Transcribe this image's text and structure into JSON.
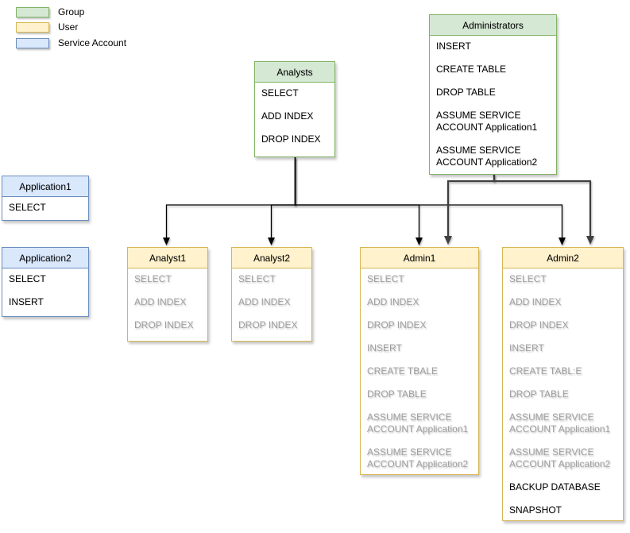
{
  "legend": {
    "items": [
      {
        "label": "Group",
        "swatch": "group-color-swatch"
      },
      {
        "label": "User",
        "swatch": "user-color-swatch"
      },
      {
        "label": "Service Account",
        "swatch": "service-account-color-swatch"
      }
    ]
  },
  "colors": {
    "group_fill": "#d5e8d4",
    "group_stroke": "#82b366",
    "user_fill": "#fff2cc",
    "user_stroke": "#d6b656",
    "service_fill": "#dae8fc",
    "service_stroke": "#6c8ebf",
    "text": "#000000",
    "muted_text": "#a0a0a0",
    "edge": "#000000"
  },
  "nodes": {
    "analysts": {
      "title": "Analysts",
      "kind": "Group",
      "items": [
        {
          "text": "SELECT",
          "muted": false
        },
        {
          "text": "ADD INDEX",
          "muted": false
        },
        {
          "text": "DROP INDEX",
          "muted": false
        }
      ]
    },
    "administrators": {
      "title": "Administrators",
      "kind": "Group",
      "items": [
        {
          "text": "INSERT",
          "muted": false
        },
        {
          "text": "CREATE TABLE",
          "muted": false
        },
        {
          "text": "DROP TABLE",
          "muted": false
        },
        {
          "text": "ASSUME SERVICE ACCOUNT Application1",
          "muted": false
        },
        {
          "text": "ASSUME SERVICE ACCOUNT Application2",
          "muted": false
        }
      ]
    },
    "application1": {
      "title": "Application1",
      "kind": "Service Account",
      "items": [
        {
          "text": "SELECT",
          "muted": false
        }
      ]
    },
    "application2": {
      "title": "Application2",
      "kind": "Service Account",
      "items": [
        {
          "text": "SELECT",
          "muted": false
        },
        {
          "text": "INSERT",
          "muted": false
        }
      ]
    },
    "analyst1": {
      "title": "Analyst1",
      "kind": "User",
      "items": [
        {
          "text": "SELECT",
          "muted": true
        },
        {
          "text": "ADD INDEX",
          "muted": true
        },
        {
          "text": "DROP INDEX",
          "muted": true
        }
      ]
    },
    "analyst2": {
      "title": "Analyst2",
      "kind": "User",
      "items": [
        {
          "text": "SELECT",
          "muted": true
        },
        {
          "text": "ADD INDEX",
          "muted": true
        },
        {
          "text": "DROP INDEX",
          "muted": true
        }
      ]
    },
    "admin1": {
      "title": "Admin1",
      "kind": "User",
      "items": [
        {
          "text": "SELECT",
          "muted": true
        },
        {
          "text": "ADD INDEX",
          "muted": true
        },
        {
          "text": "DROP INDEX",
          "muted": true
        },
        {
          "text": "INSERT",
          "muted": true
        },
        {
          "text": "CREATE TBALE",
          "muted": true
        },
        {
          "text": "DROP TABLE",
          "muted": true
        },
        {
          "text": "ASSUME SERVICE ACCOUNT Application1",
          "muted": true
        },
        {
          "text": "ASSUME SERVICE ACCOUNT Application2",
          "muted": true
        }
      ]
    },
    "admin2": {
      "title": "Admin2",
      "kind": "User",
      "items": [
        {
          "text": "SELECT",
          "muted": true
        },
        {
          "text": "ADD INDEX",
          "muted": true
        },
        {
          "text": "DROP INDEX",
          "muted": true
        },
        {
          "text": "INSERT",
          "muted": true
        },
        {
          "text": "CREATE TABL:E",
          "muted": true
        },
        {
          "text": "DROP TABLE",
          "muted": true
        },
        {
          "text": "ASSUME SERVICE ACCOUNT Application1",
          "muted": true
        },
        {
          "text": "ASSUME SERVICE ACCOUNT Application2",
          "muted": true
        },
        {
          "text": "BACKUP DATABASE",
          "muted": false
        },
        {
          "text": "SNAPSHOT",
          "muted": false
        }
      ]
    }
  },
  "edges": [
    {
      "from": "Analysts",
      "to": "Analyst1"
    },
    {
      "from": "Analysts",
      "to": "Analyst2"
    },
    {
      "from": "Analysts",
      "to": "Admin1"
    },
    {
      "from": "Analysts",
      "to": "Admin2"
    },
    {
      "from": "Administrators",
      "to": "Admin1"
    },
    {
      "from": "Administrators",
      "to": "Admin2"
    }
  ]
}
